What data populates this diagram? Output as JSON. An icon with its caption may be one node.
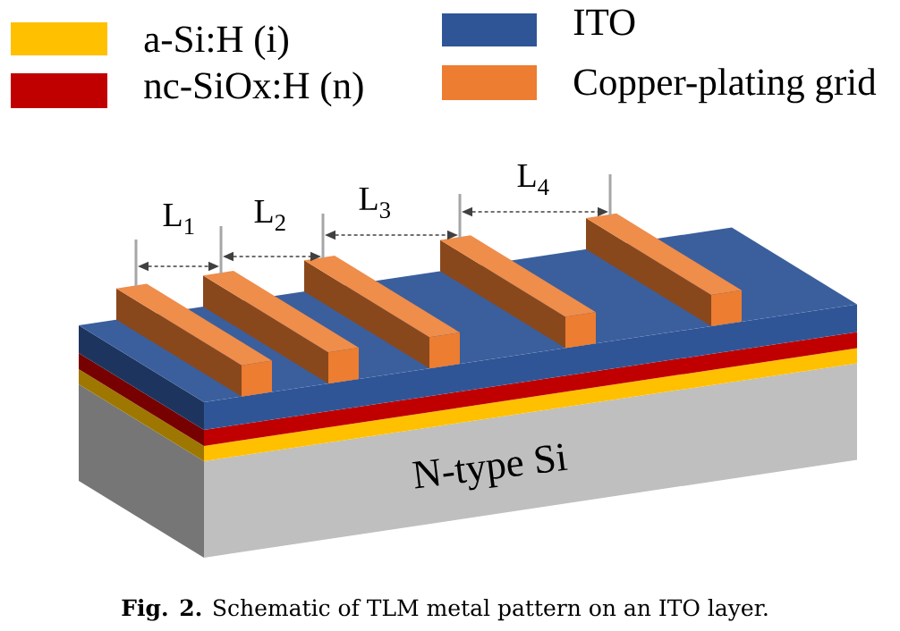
{
  "diagram": {
    "caption": "**Fig. 2.** Schematic of TLM metal pattern on an ITO layer.",
    "labels": [
      "L$_{1}$",
      "L$_{2}$",
      "L$_{3}$",
      "L$_{4}$",
      "N-type Si"
    ],
    "legend": [
      {
        "text": "a-Si:H (i)",
        "color": "#ffc000"
      },
      {
        "text": "nc-SiOx:H (n)",
        "color": "#c00000"
      },
      {
        "text": "ITO",
        "color": "#2f5597"
      },
      {
        "text": "Copper-plating grid",
        "color": "#ed7d31"
      }
    ]
  }
}
